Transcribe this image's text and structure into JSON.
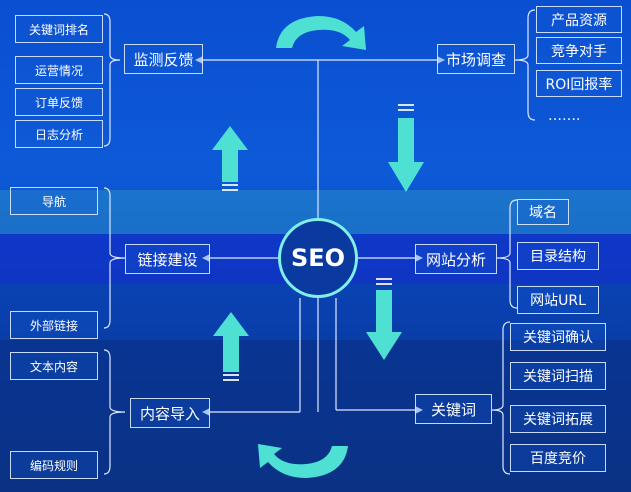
{
  "center": {
    "label": "SEO"
  },
  "monitor": {
    "label": "监测反馈",
    "items": [
      "关键词排名",
      "运营情况",
      "订单反馈",
      "日志分析"
    ]
  },
  "market": {
    "label": "市场调查",
    "items": [
      "产品资源",
      "竞争对手",
      "ROI回报率",
      "……."
    ]
  },
  "link": {
    "label": "链接建设",
    "items": [
      "导航",
      "外部链接"
    ]
  },
  "site": {
    "label": "网站分析",
    "items": [
      "域名",
      "目录结构",
      "网站URL"
    ]
  },
  "content": {
    "label": "内容导入",
    "items": [
      "文本内容",
      "编码规则"
    ]
  },
  "keyword": {
    "label": "关键词",
    "items": [
      "关键词确认",
      "关键词扫描",
      "关键词拓展",
      "百度竞价"
    ]
  },
  "colors": {
    "arrow": "#4fe0d4",
    "line": "#dce8ff",
    "ring": "#7ff0e8"
  }
}
